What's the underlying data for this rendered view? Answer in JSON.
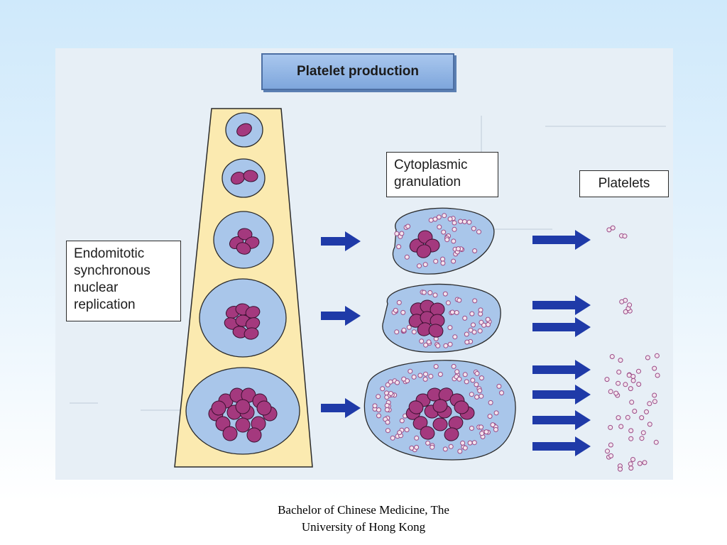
{
  "figure": {
    "title": "Platelet production",
    "labels": {
      "nuclear_replication": [
        "Endomitotic",
        "synchronous",
        "nuclear",
        "replication"
      ],
      "cytoplasmic_granulation": [
        "Cytoplasmic",
        "granulation"
      ],
      "platelets": "Platelets"
    },
    "stages": [
      {
        "nuclei": 1,
        "arrows_to_platelets": 0
      },
      {
        "nuclei": 2,
        "arrows_to_platelets": 0
      },
      {
        "nuclei": 4,
        "arrows_to_platelets": 1
      },
      {
        "nuclei": 8,
        "arrows_to_platelets": 2
      },
      {
        "nuclei": 16,
        "arrows_to_platelets": 4
      }
    ],
    "colors": {
      "column_fill": "#fbeab0",
      "cell_fill": "#a9c6ea",
      "nucleus_fill": "#a4397e",
      "arrow_fill": "#1f3aa8",
      "granule_stroke": "#9a4a86"
    }
  },
  "footer": {
    "caption_line1": "Bachelor of Chinese Medicine, The",
    "caption_line2": "University of Hong Kong"
  }
}
